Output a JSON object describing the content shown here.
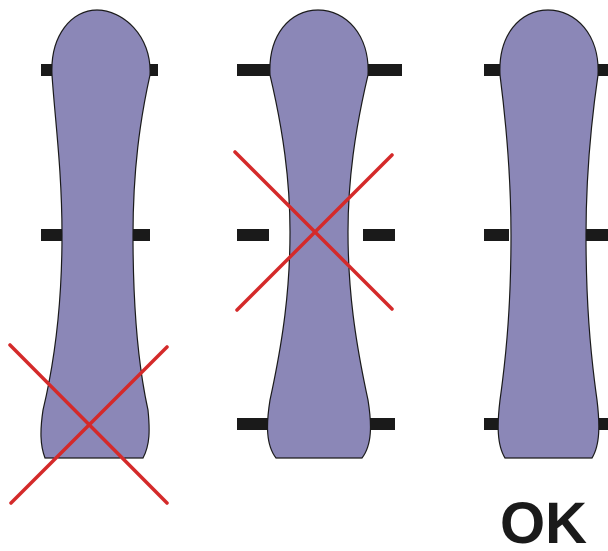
{
  "label": {
    "ok": "OK"
  },
  "colors": {
    "body_fill": "#8b87b7",
    "body_stroke": "#1a1a1a",
    "marker": "#1a1a1a",
    "cross": "#d42a2a",
    "label": "#1a1a1a"
  },
  "specimens": [
    {
      "name": "specimen-left",
      "verdict": "rejected"
    },
    {
      "name": "specimen-middle",
      "verdict": "rejected"
    },
    {
      "name": "specimen-right",
      "verdict": "accepted"
    }
  ]
}
